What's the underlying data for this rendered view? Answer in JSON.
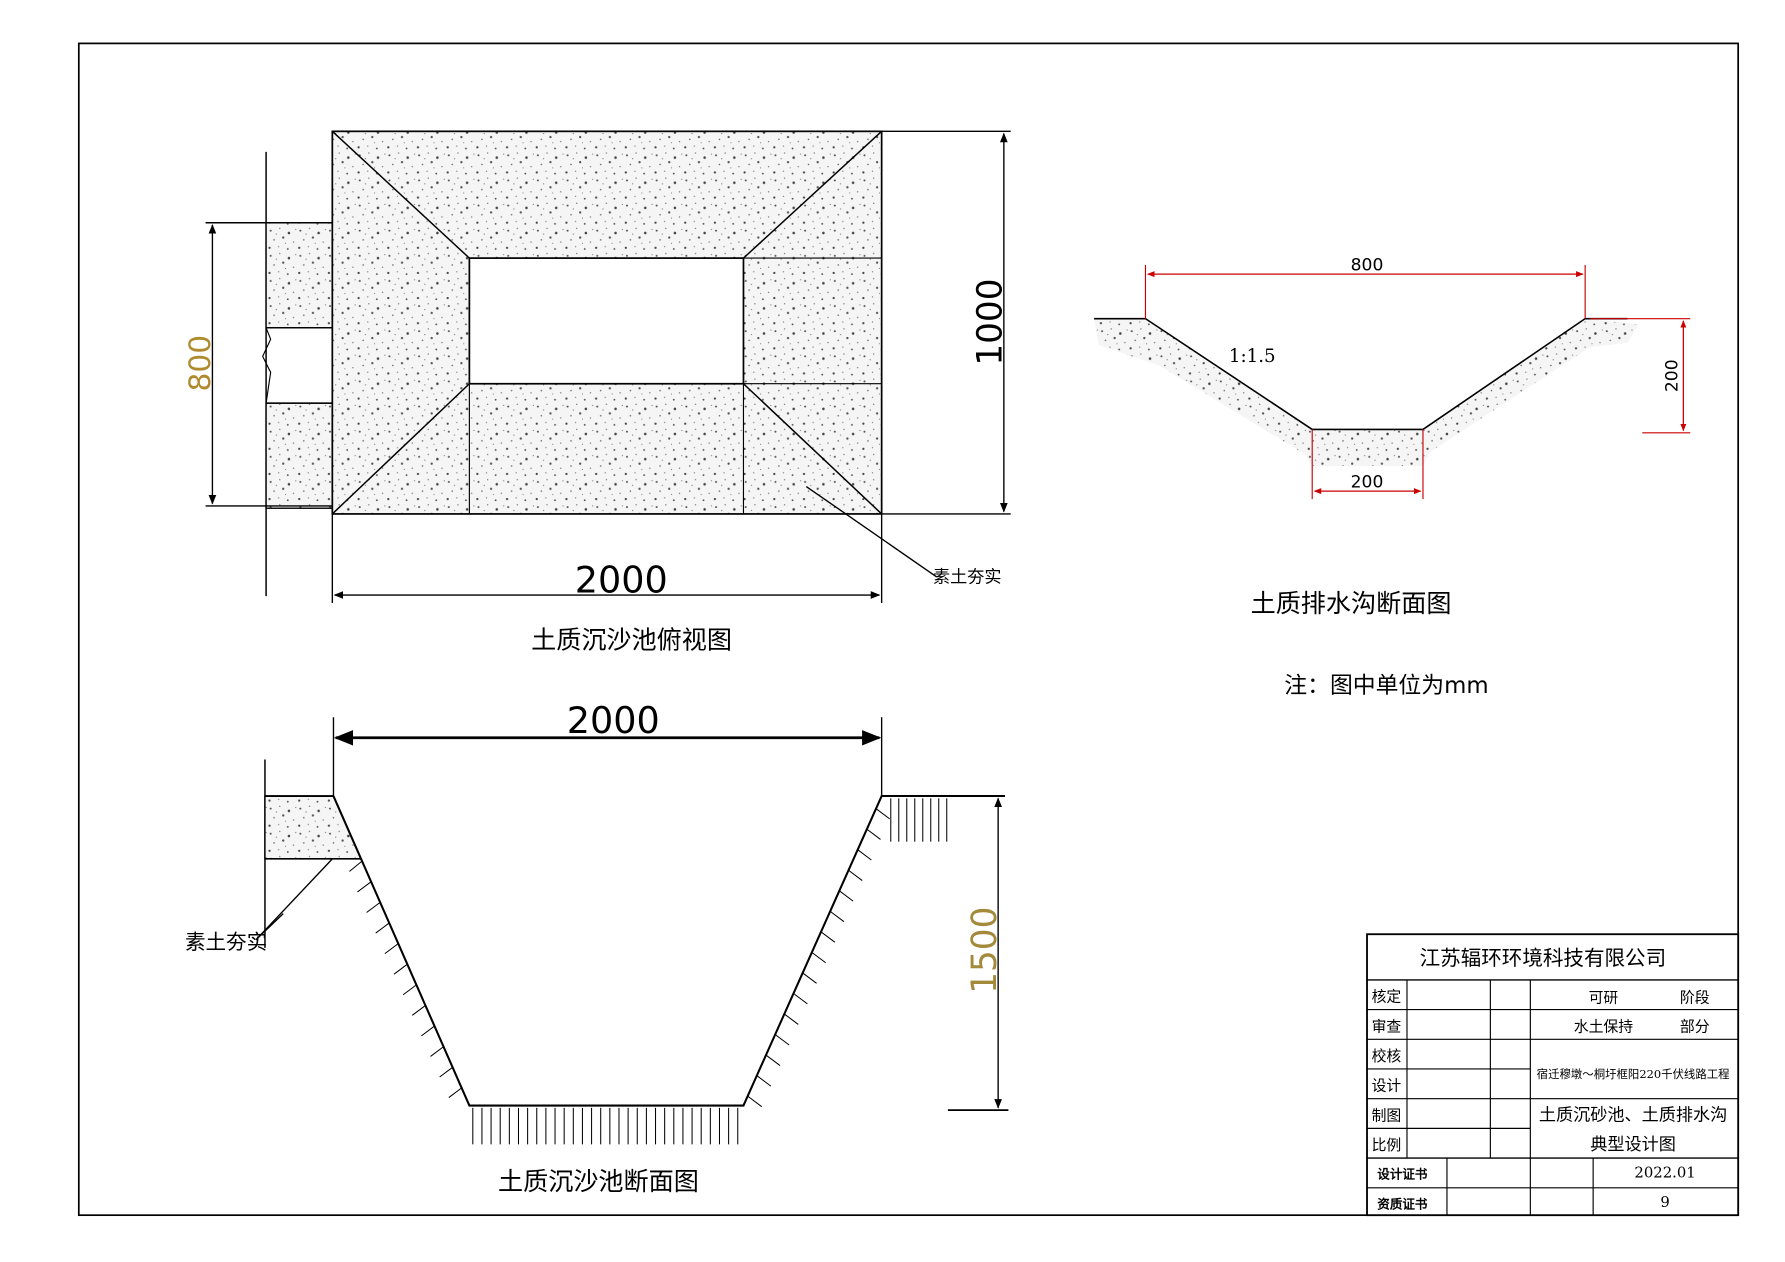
{
  "plan_view": {
    "width_dim": "2000",
    "depth_dim": "1000",
    "inlet_dim": "800",
    "material_label": "素土夯实",
    "title": "土质沉沙池俯视图"
  },
  "section_view": {
    "width_dim": "2000",
    "depth_dim": "1500",
    "material_label": "素土夯实",
    "title": "土质沉沙池断面图"
  },
  "ditch_section": {
    "top_dim": "800",
    "bottom_dim": "200",
    "depth_dim": "200",
    "slope": "1:1.5",
    "title": "土质排水沟断面图"
  },
  "note": "注：图中单位为mm",
  "title_block": {
    "company": "江苏辐环环境科技有限公司",
    "roles": [
      "核定",
      "审查",
      "校核",
      "设计",
      "制图",
      "比例"
    ],
    "stage_value": "可研",
    "stage_label": "阶段",
    "part_value": "水土保持",
    "part_label": "部分",
    "project": "宿迁穆墩～桐圩框阳220千伏线路工程",
    "drawing_name_line1": "土质沉砂池、土质排水沟",
    "drawing_name_line2": "典型设计图",
    "cert1": "设计证书",
    "cert2": "资质证书",
    "date": "2022.01",
    "sheet": "9"
  },
  "colors": {
    "line": "#000000",
    "dimension_red": "#cc0000",
    "inlet_dim_text": "#b08a2e",
    "depth_dim_text": "#a38a3a"
  }
}
